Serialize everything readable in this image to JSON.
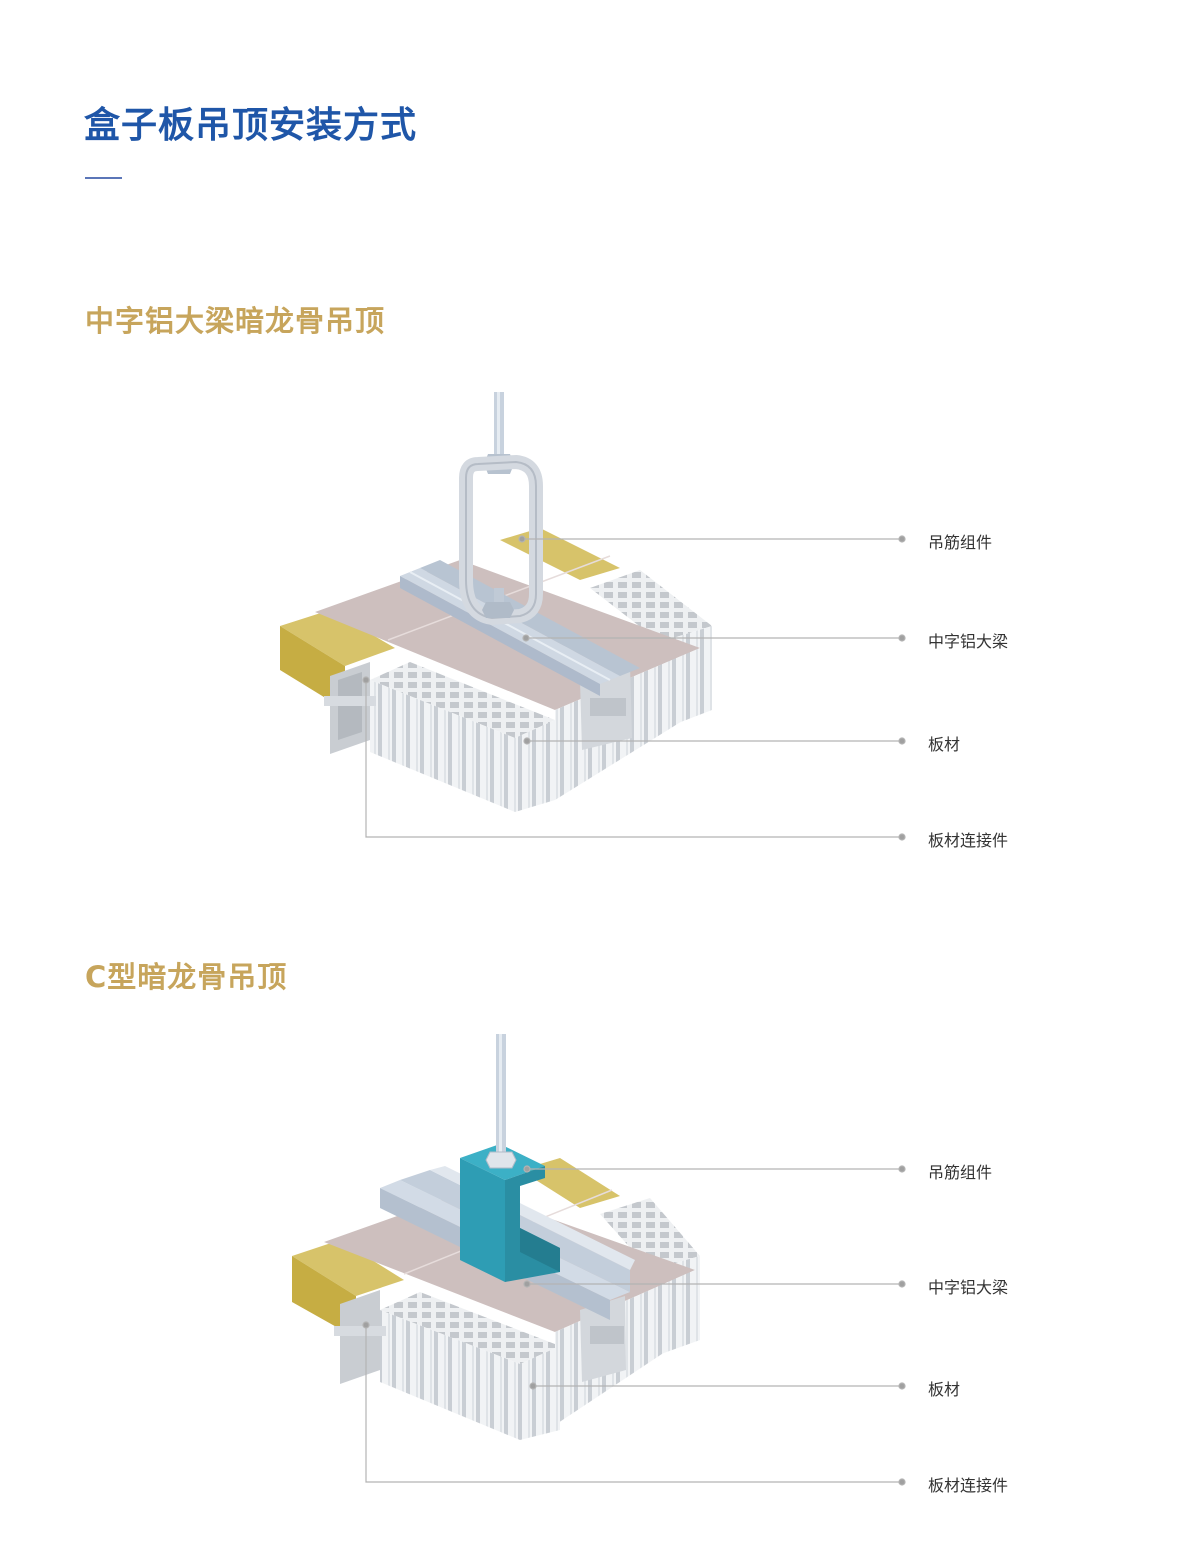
{
  "page": {
    "title": "盒子板吊顶安装方式"
  },
  "sections": [
    {
      "title": "中字铝大梁暗龙骨吊顶",
      "callouts": [
        {
          "label": "吊筋组件"
        },
        {
          "label": "中字铝大梁"
        },
        {
          "label": "板材"
        },
        {
          "label": "板材连接件"
        }
      ]
    },
    {
      "title": "C型暗龙骨吊顶",
      "callouts": [
        {
          "label": "吊筋组件"
        },
        {
          "label": "中字铝大梁"
        },
        {
          "label": "板材"
        },
        {
          "label": "板材连接件"
        }
      ]
    }
  ],
  "colors": {
    "title_blue": "#1f56a8",
    "section_gold": "#c7a55c",
    "panel_pink": "#cdbfbe",
    "insulation_yellow": "#c9b24f",
    "hanger_teal": "#2e9db4",
    "metal_light": "#d6dde6",
    "leader_gray": "#a8a8a8"
  }
}
